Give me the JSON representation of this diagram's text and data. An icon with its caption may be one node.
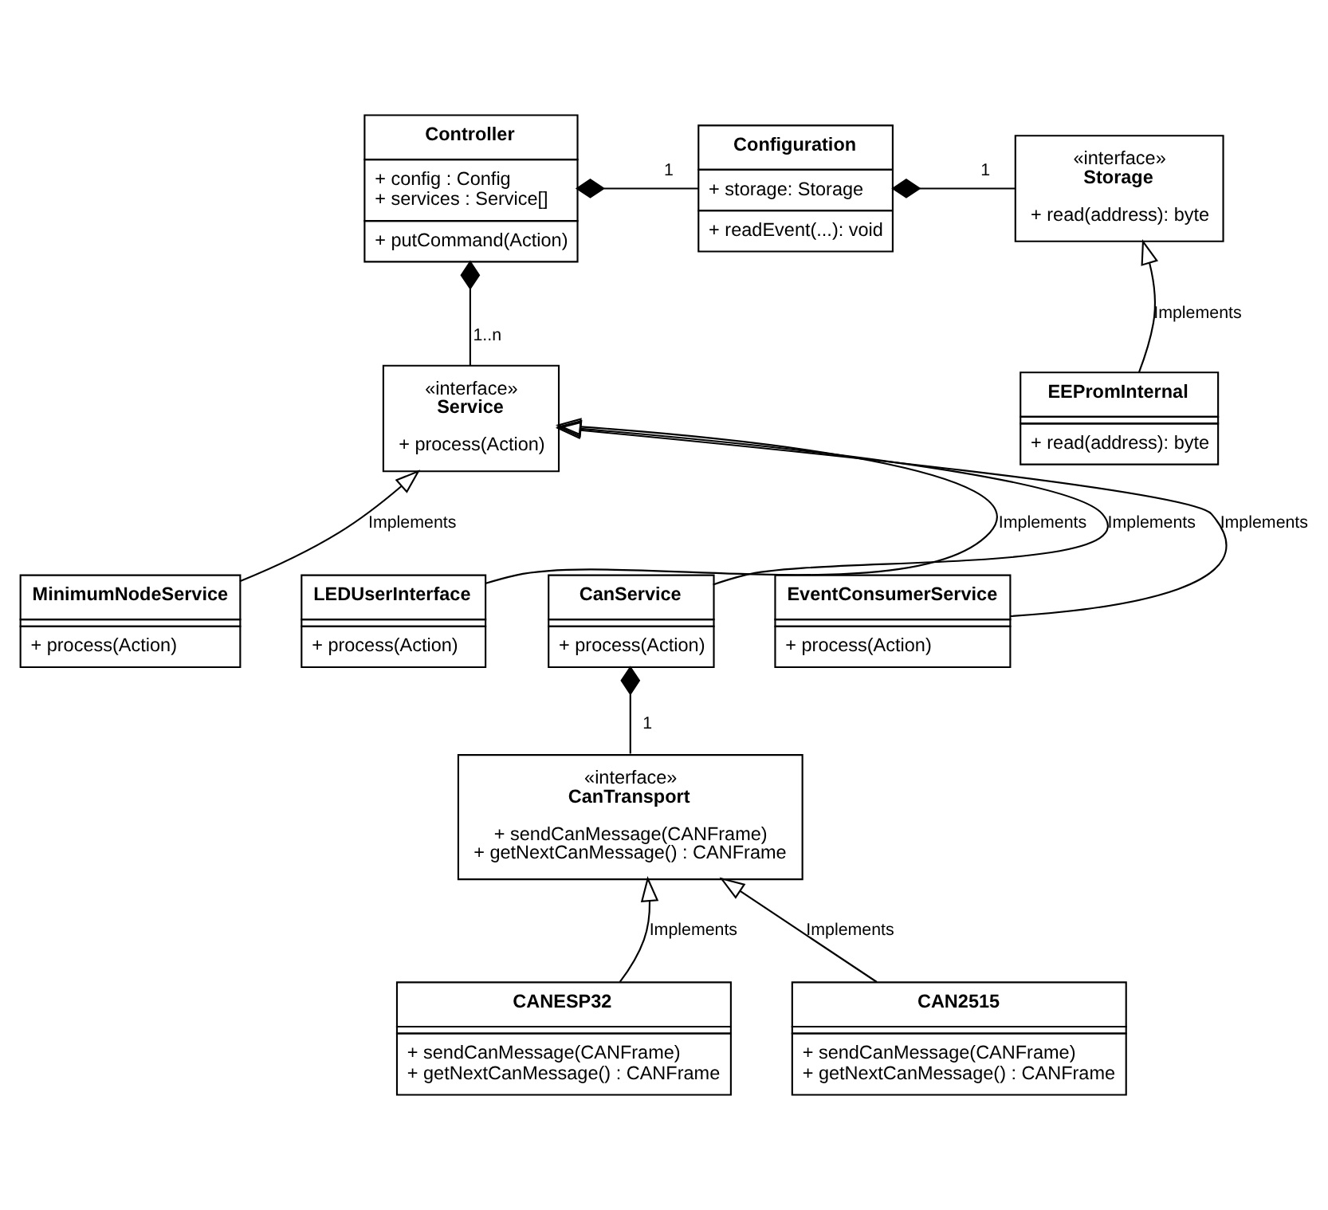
{
  "diagram": {
    "nodes": [
      {
        "text": [
          "Controller",
          "+ config : Config",
          "+ services : Service[]",
          "+ putCommand(Action)"
        ]
      },
      {
        "text": [
          "Configuration",
          "+ storage: Storage",
          "+ readEvent(...): void"
        ]
      },
      {
        "text": [
          "«interface»",
          "Storage",
          "+ read(address): byte"
        ]
      },
      {
        "text": [
          "EEPromInternal",
          "+ read(address): byte"
        ]
      },
      {
        "text": [
          "«interface»",
          "Service",
          "+ process(Action)"
        ]
      },
      {
        "text": [
          "MinimumNodeService",
          "+ process(Action)"
        ]
      },
      {
        "text": [
          "LEDUserInterface",
          "+ process(Action)"
        ]
      },
      {
        "text": [
          "CanService",
          "+ process(Action)"
        ]
      },
      {
        "text": [
          "EventConsumerService",
          "+ process(Action)"
        ]
      },
      {
        "text": [
          "«interface»",
          "CanTransport",
          "+ sendCanMessage(CANFrame)",
          "+ getNextCanMessage() : CANFrame"
        ]
      },
      {
        "text": [
          "CANESP32",
          "+ sendCanMessage(CANFrame)",
          "+ getNextCanMessage() : CANFrame"
        ]
      },
      {
        "text": [
          "CAN2515",
          "+ sendCanMessage(CANFrame)",
          "+ getNextCanMessage() : CANFrame"
        ]
      }
    ],
    "edges": [
      {
        "from": 0,
        "to": 1,
        "arrow": "other",
        "label": "1"
      },
      {
        "from": 1,
        "to": 2,
        "arrow": "other",
        "label": "1"
      },
      {
        "from": 3,
        "to": 2,
        "arrow": "to",
        "label": "Implements"
      },
      {
        "from": 0,
        "to": 4,
        "arrow": "other",
        "label": "1..n"
      },
      {
        "from": 5,
        "to": 4,
        "arrow": "to",
        "label": "Implements"
      },
      {
        "from": 6,
        "to": 4,
        "arrow": "to",
        "label": "Implements"
      },
      {
        "from": 7,
        "to": 4,
        "arrow": "to",
        "label": "Implements"
      },
      {
        "from": 8,
        "to": 4,
        "arrow": "to",
        "label": "Implements"
      },
      {
        "from": 7,
        "to": 9,
        "arrow": "other",
        "label": "1"
      },
      {
        "from": 10,
        "to": 9,
        "arrow": "to",
        "label": "Implements"
      },
      {
        "from": 11,
        "to": 9,
        "arrow": "to",
        "label": "Implements"
      }
    ]
  }
}
